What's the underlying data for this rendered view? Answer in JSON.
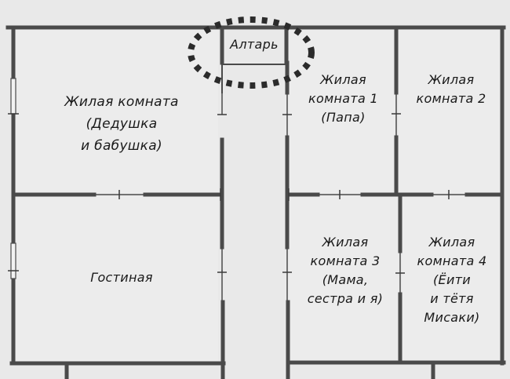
{
  "floor_plan": {
    "colors": {
      "paper": "#e9e9e9",
      "room_fill": "#ececec",
      "wall": "#4a4a4a",
      "wall_dark": "#3a3a3a",
      "ink": "#1a1a1a",
      "altar_marker": "#2b2b2b"
    },
    "altar": {
      "label": "Алтарь",
      "highlight": "dotted-circle"
    },
    "rooms": [
      {
        "id": "grandparents",
        "lines": [
          "Жилая комната",
          "(Дедушка",
          "и бабушка)"
        ]
      },
      {
        "id": "room-1",
        "lines": [
          "Жилая",
          "комната 1",
          "(Папа)"
        ]
      },
      {
        "id": "room-2",
        "lines": [
          "Жилая",
          "комната 2"
        ]
      },
      {
        "id": "living-room",
        "lines": [
          "Гостиная"
        ]
      },
      {
        "id": "room-3",
        "lines": [
          "Жилая",
          "комната 3",
          "(Мама,",
          "сестра и я)"
        ]
      },
      {
        "id": "room-4",
        "lines": [
          "Жилая",
          "комната 4",
          "(Ёити",
          "и тётя",
          "Мисаки)"
        ]
      }
    ]
  }
}
